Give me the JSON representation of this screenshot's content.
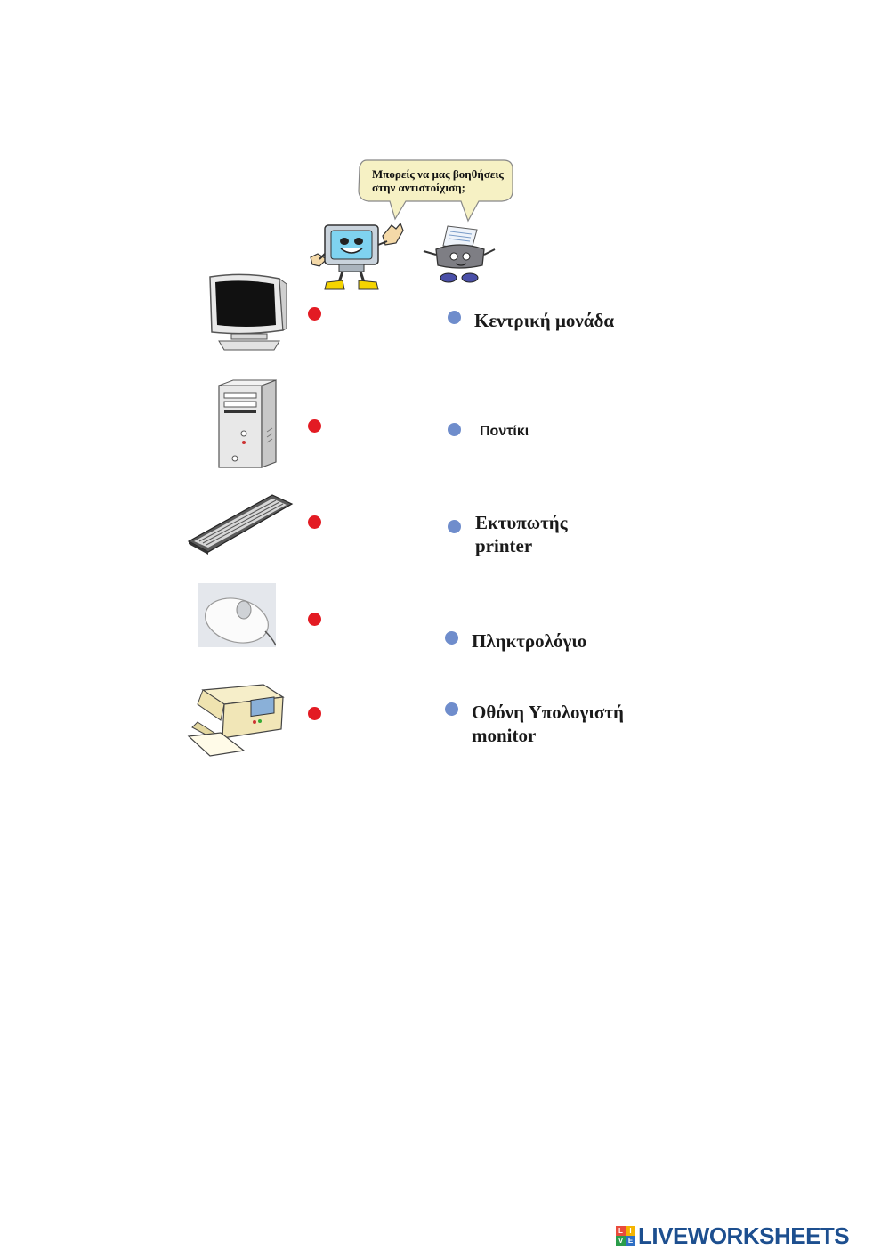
{
  "speech_bubble": {
    "line1": "Μπορείς να μας βοηθήσεις",
    "line2": "στην αντιστοίχιση;"
  },
  "devices": [
    {
      "icon": "monitor-icon"
    },
    {
      "icon": "computer-tower-icon"
    },
    {
      "icon": "keyboard-icon"
    },
    {
      "icon": "mouse-icon"
    },
    {
      "icon": "printer-icon"
    }
  ],
  "labels": [
    {
      "line1": "Κεντρική μονάδα"
    },
    {
      "line1": "Ποντίκι"
    },
    {
      "line1": "Εκτυπωτής",
      "line2": "printer"
    },
    {
      "line1": "Πληκτρολόγιο"
    },
    {
      "line1": "Οθόνη Υπολογιστή",
      "line2": "monitor"
    }
  ],
  "colors": {
    "left_dot": "#e31b23",
    "right_dot": "#6f8dcc",
    "logo_text": "#1d4f8f"
  },
  "logo": {
    "text": "LIVEWORKSHEETS",
    "mark_letters": [
      "L",
      "I",
      "V",
      "E"
    ]
  }
}
